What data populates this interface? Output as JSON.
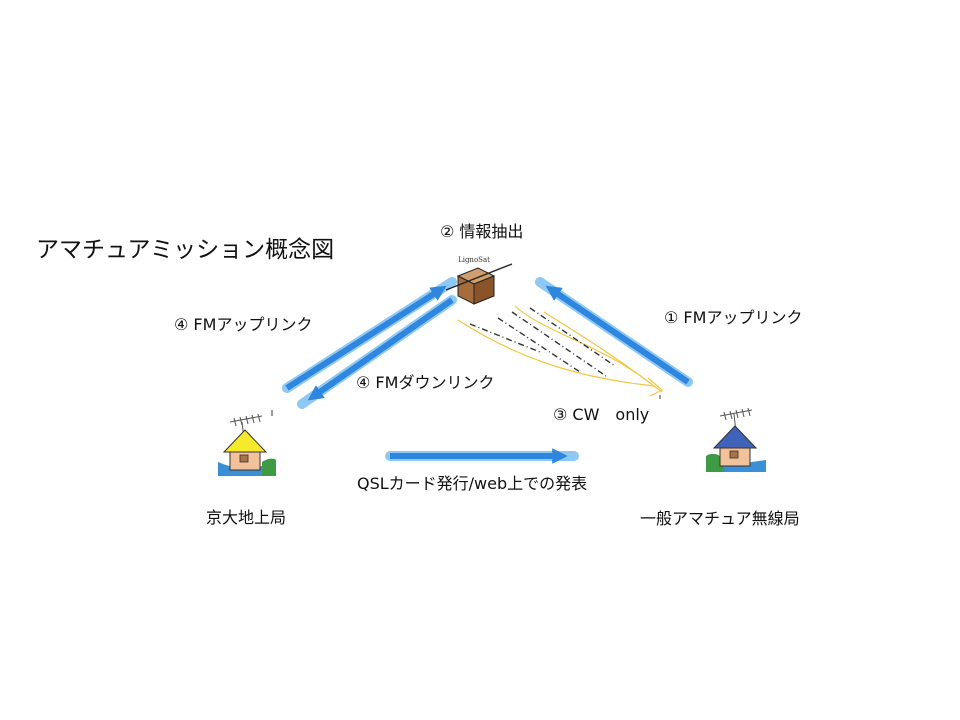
{
  "title": "アマチュアミッション概念図",
  "satellite": {
    "name": "LignoSat"
  },
  "labels": {
    "step2": "② 情報抽出",
    "step4_uplink": "④ FMアップリンク",
    "step1_uplink": "① FMアップリンク",
    "step4_downlink": "④ FMダウンリンク",
    "step3_cw": "③ CW　only",
    "qsl": "QSLカード発行/web上での発表",
    "kyoto_station": "京大地上局",
    "amateur_station": "一般アマチュア無線局"
  },
  "colors": {
    "arrow": "#2e86de",
    "arrow_glow": "#8ec9f5",
    "beam": "#f2c744",
    "satellite_box": "#b07a4a",
    "kyoto_roof": "#f6ea2a",
    "amateur_roof": "#3f63b8",
    "house_wall": "#f2c29a",
    "ground_water": "#3b8fd6",
    "ground_grass": "#3f9a45"
  }
}
